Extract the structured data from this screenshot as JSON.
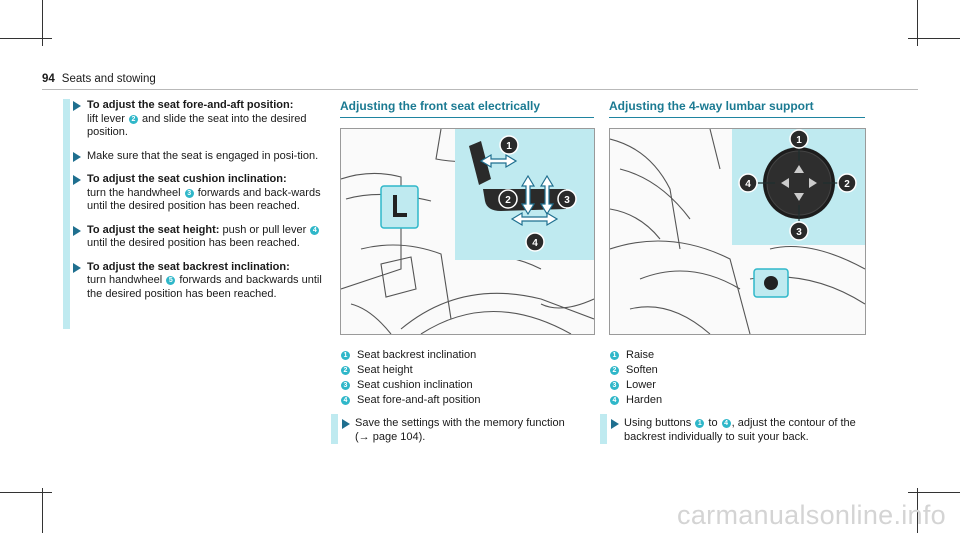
{
  "header": {
    "page_number": "94",
    "section": "Seats and stowing"
  },
  "left_column": {
    "items": [
      {
        "title": "To adjust the seat fore-and-aft position:",
        "parts": [
          "lift lever ",
          "2",
          " and slide the seat into the desired position."
        ]
      },
      {
        "title": "",
        "parts": [
          "Make sure that the seat is engaged in posi-tion."
        ]
      },
      {
        "title": "To adjust the seat cushion inclination:",
        "parts": [
          "turn the handwheel ",
          "3",
          " forwards and back-wards until the desired position has been reached."
        ]
      },
      {
        "title": "To adjust the seat height:",
        "parts": [
          " push or pull lever ",
          "4",
          " until the desired position has been reached."
        ]
      },
      {
        "title": "To adjust the seat backrest inclination:",
        "parts": [
          "turn handwheel ",
          "5",
          " forwards and backwards until the desired position has been reached."
        ]
      }
    ]
  },
  "middle_column": {
    "title": "Adjusting the front seat electrically",
    "figure_labels": [
      "1",
      "2",
      "3",
      "4"
    ],
    "legend": [
      {
        "num": "1",
        "text": "Seat backrest inclination"
      },
      {
        "num": "2",
        "text": "Seat height"
      },
      {
        "num": "3",
        "text": "Seat cushion inclination"
      },
      {
        "num": "4",
        "text": "Seat fore-and-aft position"
      }
    ],
    "note_line1": "Save the settings with the memory function",
    "note_line2": "(→ page 104)."
  },
  "right_column": {
    "title": "Adjusting the 4-way lumbar support",
    "figure_labels": [
      "1",
      "2",
      "3",
      "4"
    ],
    "legend": [
      {
        "num": "1",
        "text": "Raise"
      },
      {
        "num": "2",
        "text": "Soften"
      },
      {
        "num": "3",
        "text": "Lower"
      },
      {
        "num": "4",
        "text": "Harden"
      }
    ],
    "note_pre": "Using buttons ",
    "note_from": "1",
    "note_to_word": " to ",
    "note_to": "4",
    "note_post": ", adjust the contour of the backrest individually to suit your back."
  },
  "footer": {
    "watermark": "carmanualsonline.info"
  },
  "colors": {
    "accent": "#1b7a92",
    "panel": "#bfeaf0",
    "badge": "#2fb7c9"
  }
}
